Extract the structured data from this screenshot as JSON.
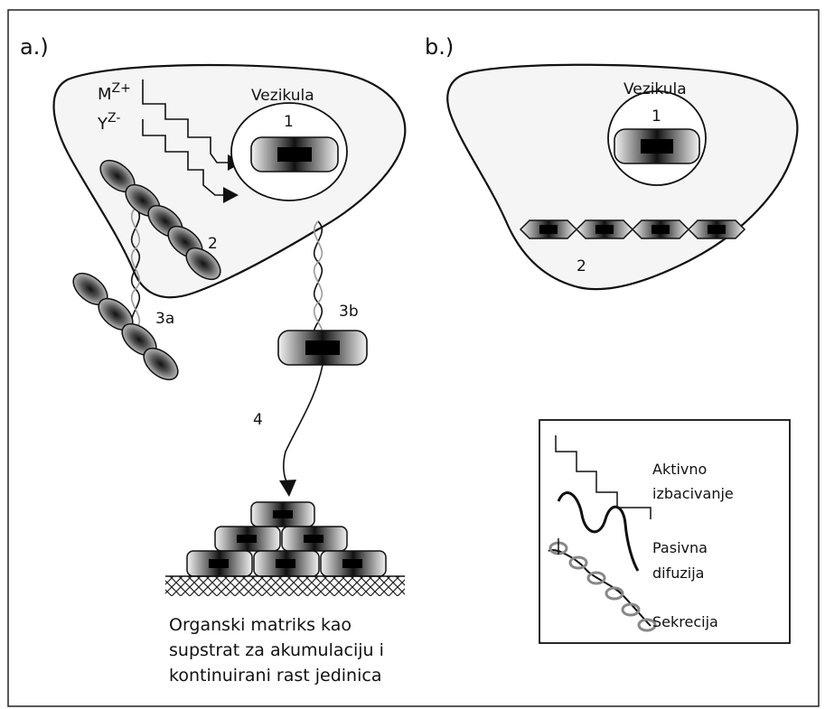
{
  "panel_a": {
    "label": "a.)",
    "ion_top": "M",
    "ion_top_sup": "Z+",
    "ion_bottom": "Y",
    "ion_bottom_sup": "Z-",
    "vesicle_label": "Vezikula",
    "vesicle_number": "1",
    "chain_number": "2",
    "label_3a": "3a",
    "label_3b": "3b",
    "label_4": "4",
    "caption": [
      "Organski matriks kao",
      "supstrat za akumulaciju i",
      "kontinuirani rast jedinica"
    ]
  },
  "panel_b": {
    "label": "b.)",
    "vesicle_label": "Vezikula",
    "vesicle_number": "1",
    "chain_number": "2"
  },
  "legend": {
    "active_1": "Aktivno",
    "active_2": "izbacivanje",
    "passive_1": "Pasivna",
    "passive_2": "difuzija",
    "secretion": "Sekrecija"
  }
}
